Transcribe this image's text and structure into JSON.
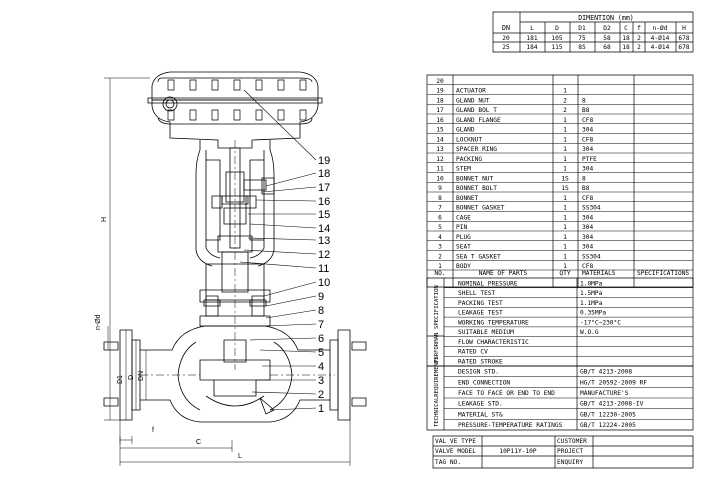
{
  "dimension_table": {
    "title": "DIMENTION (mm)",
    "dn_header": "DN",
    "headers": [
      "L",
      "D",
      "D1",
      "D2",
      "C",
      "f",
      "n-Ød",
      "H"
    ],
    "rows": [
      [
        "20",
        "181",
        "105",
        "75",
        "58",
        "18",
        "2",
        "4-Ø14",
        "678"
      ],
      [
        "25",
        "184",
        "115",
        "85",
        "68",
        "18",
        "2",
        "4-Ø14",
        "678"
      ]
    ]
  },
  "parts": {
    "header": {
      "no": "NO.",
      "name": "NAME OF PARTS",
      "qty": "QTY",
      "materials": "MATERIALS",
      "spec": "SPECIFICATIONS"
    },
    "rows": [
      {
        "no": "20",
        "name": "",
        "qty": "",
        "mat": ""
      },
      {
        "no": "19",
        "name": "ACTUATOR",
        "qty": "1",
        "mat": ""
      },
      {
        "no": "18",
        "name": "GLAND NUT",
        "qty": "2",
        "mat": "8"
      },
      {
        "no": "17",
        "name": "GLAND BOL T",
        "qty": "2",
        "mat": "B8"
      },
      {
        "no": "16",
        "name": "GLAND FLANGE",
        "qty": "1",
        "mat": "CF8"
      },
      {
        "no": "15",
        "name": "GLAND",
        "qty": "1",
        "mat": "304"
      },
      {
        "no": "14",
        "name": "LOCKNUT",
        "qty": "1",
        "mat": "CF8"
      },
      {
        "no": "13",
        "name": "SPACER RING",
        "qty": "1",
        "mat": "304"
      },
      {
        "no": "12",
        "name": "PACKING",
        "qty": "1",
        "mat": "PTFE"
      },
      {
        "no": "11",
        "name": "STEM",
        "qty": "1",
        "mat": "304"
      },
      {
        "no": "10",
        "name": "BONNET NUT",
        "qty": "1S",
        "mat": "8"
      },
      {
        "no": "9",
        "name": "BONNET BOLT",
        "qty": "1S",
        "mat": "B8"
      },
      {
        "no": "8",
        "name": "BONNET",
        "qty": "1",
        "mat": "CF8"
      },
      {
        "no": "7",
        "name": "BONNET GASKET",
        "qty": "1",
        "mat": "SS304"
      },
      {
        "no": "6",
        "name": "CAGE",
        "qty": "1",
        "mat": "304"
      },
      {
        "no": "5",
        "name": "PIN",
        "qty": "1",
        "mat": "304"
      },
      {
        "no": "4",
        "name": "PLUG",
        "qty": "1",
        "mat": "304"
      },
      {
        "no": "3",
        "name": "SEAT",
        "qty": "1",
        "mat": "304"
      },
      {
        "no": "2",
        "name": "SEA T GASKET",
        "qty": "1",
        "mat": "SS304"
      },
      {
        "no": "1",
        "name": "BODY",
        "qty": "1",
        "mat": "CF8"
      }
    ]
  },
  "performance": {
    "label_specification": "SPECIFICATION",
    "label_performan": "PERFORMAN",
    "rows": [
      {
        "name": "NOMINAL PRESSURE",
        "value": "1.0MPa"
      },
      {
        "name": "SHELL TEST",
        "value": "1.5MPa"
      },
      {
        "name": "PACKING TEST",
        "value": "1.1MPa"
      },
      {
        "name": "LEAKAGE TEST",
        "value": "0.35MPa"
      },
      {
        "name": "WORKING TEMPERATURE",
        "value": "-17°C~230°C"
      },
      {
        "name": "SUITABLE MEDIUM",
        "value": "W.O.G"
      },
      {
        "name": "FLOW CHARACTERISTIC",
        "value": ""
      },
      {
        "name": "RATED CV",
        "value": ""
      },
      {
        "name": "RATED STROKE",
        "value": ""
      }
    ]
  },
  "technical": {
    "label": "TECHNICALREQUIREMENTS",
    "rows": [
      {
        "name": "DESIGN STD.",
        "value": "GB/T 4213-2008"
      },
      {
        "name": "END CONNECTION",
        "value": "HG/T 20592-2009 RF"
      },
      {
        "name": "FACE TO FACE OR END TO END",
        "value": "MANUFACTURE'S"
      },
      {
        "name": "LEAKAGE STD.",
        "value": "GB/T 4213-2008-IV"
      },
      {
        "name": "MATERIAL ST&",
        "value": "GB/T 12230-2005"
      },
      {
        "name": "PRESSURE-TEMPERATURE RATINGS",
        "value": "GB/T 12224-2005"
      }
    ]
  },
  "title_block": {
    "valve_type_label": "VAL VE TYPE",
    "customer_label": "CUSTOMER",
    "valve_model_label": "VALVE MODEL",
    "valve_model_value": "10P11Y-10P",
    "project_label": "PROJECT",
    "tag_label": "TAG NO.",
    "enquiry_label": "ENQUIRY"
  },
  "drawing": {
    "callouts": [
      "19",
      "18",
      "17",
      "16",
      "15",
      "14",
      "13",
      "12",
      "11",
      "10",
      "9",
      "8",
      "7",
      "6",
      "5",
      "4",
      "3",
      "2",
      "1"
    ],
    "dim_labels": {
      "H": "H",
      "nd": "n-Ød",
      "D1": "D1",
      "D": "D",
      "DN": "DN",
      "f": "f",
      "C": "C",
      "L": "L"
    }
  }
}
